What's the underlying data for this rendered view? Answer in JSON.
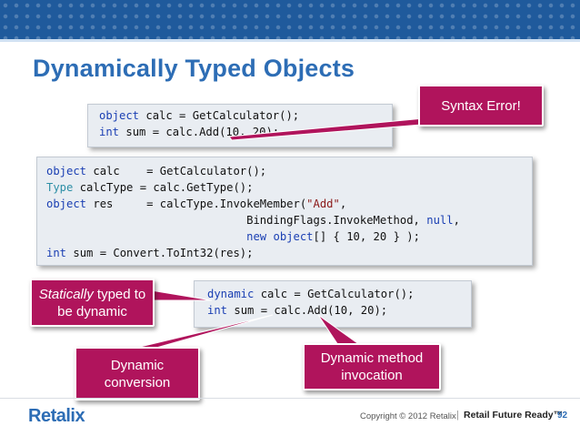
{
  "slide": {
    "title": "Dynamically Typed Objects",
    "page_number": "92"
  },
  "code_top": {
    "line1": {
      "kw": "object",
      "rest": " calc = GetCalculator();"
    },
    "line2": {
      "kw": "int",
      "rest": " sum = calc.Add(10, 20);"
    }
  },
  "code_mid": {
    "l1_kw": "object",
    "l1_rest": " calc    = GetCalculator();",
    "l2_ty": "Type",
    "l2_rest": " calcType = calc.GetType();",
    "l3_kw": "object",
    "l3_a": " res     = calcType.InvokeMember(",
    "l3_str": "\"Add\"",
    "l3_b": ",",
    "l4_indent": "                              ",
    "l4_a": "BindingFlags.InvokeMethod, ",
    "l4_kw": "null",
    "l4_b": ",",
    "l5_indent": "                              ",
    "l5_kw": "new",
    "l5_sp": " ",
    "l5_kw2": "object",
    "l5_b": "[] { 10, 20 } );",
    "l6_kw": "int",
    "l6_rest": " sum = Convert.ToInt32(res);"
  },
  "code_low": {
    "l1_kw": "dynamic",
    "l1_rest": " calc = GetCalculator();",
    "l2_kw": "int",
    "l2_rest": " sum = calc.Add(10, 20);"
  },
  "callouts": {
    "syntax_error": "Syntax Error!",
    "static_em": "Statically",
    "static_rest": " typed to",
    "static_line2": "be dynamic",
    "conversion_line1": "Dynamic",
    "conversion_line2": "conversion",
    "invocation_line1": "Dynamic method",
    "invocation_line2": "invocation"
  },
  "footer": {
    "logo": "Retalix",
    "copyright": "Copyright © 2012 Retalix",
    "separator": "|",
    "tagline": "Retail Future Ready™"
  },
  "colors": {
    "title": "#2d6db5",
    "callout": "#b0145c",
    "band": "#1f5a9c",
    "keyword": "#1a3fb3",
    "type": "#2e8fa6",
    "string": "#8b1a1a"
  }
}
